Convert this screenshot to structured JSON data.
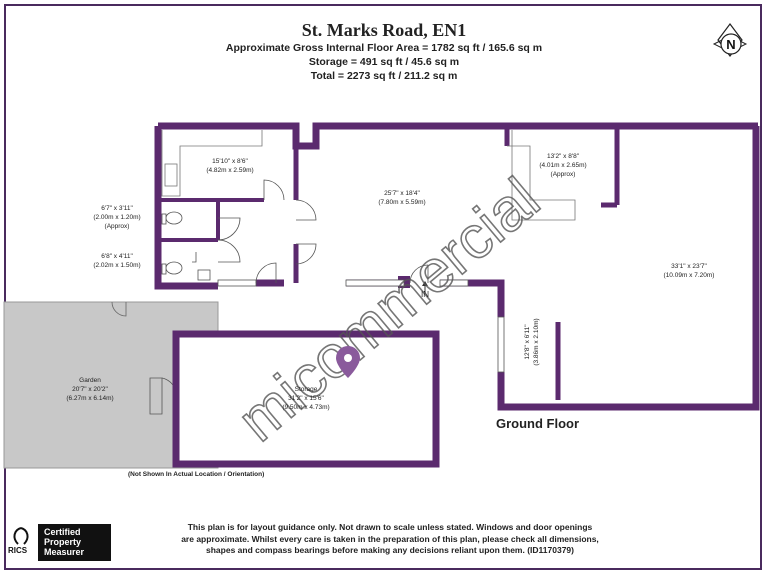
{
  "header": {
    "title": "St. Marks Road, EN1",
    "gross_area": "Approximate Gross Internal Floor Area  =  1782 sq ft / 165.6 sq m",
    "storage_area": "Storage  =  491 sq ft / 45.6 sq m",
    "total_area": "Total  =  2273 sq ft / 211.2 sq m"
  },
  "compass": {
    "letter": "N",
    "icon": "compass-north-icon"
  },
  "rooms": {
    "kitchen_dims": "15'10\" x 8'6\"",
    "kitchen_metric": "(4.82m x 2.59m)",
    "main_dims": "25'7\" x 18'4\"",
    "main_metric": "(7.80m x 5.59m)",
    "office_dims": "13'2\" x 8'8\"",
    "office_metric": "(4.01m x 2.65m)",
    "office_note": "(Approx)",
    "wc1_dims": "6'7\" x 3'11\"",
    "wc1_metric": "(2.00m x 1.20m)",
    "wc1_note": "(Approx)",
    "wc2_dims": "6'8\" x 4'11\"",
    "wc2_metric": "(2.02m x 1.50m)",
    "large_dims": "33'1\" x 23'7\"",
    "large_metric": "(10.09m x 7.20m)",
    "side_dims": "12'8\" x 6'11\"",
    "side_metric": "(3.86m x 2.10m)",
    "entrance": "IN",
    "garden_name": "Garden",
    "garden_dims": "20'7\" x 20'2\"",
    "garden_metric": "(6.27m x 6.14m)",
    "storage_name": "Storage",
    "storage_dims": "31'2\" x 15'6\"",
    "storage_metric": "(9.50m x 4.73m)"
  },
  "floor_label": "Ground Floor",
  "orientation_note": "(Not Shown In Actual Location / Orientation)",
  "watermark": "micommercial",
  "disclaimer": [
    "This plan is for layout guidance only. Not drawn to scale unless stated. Windows and door openings",
    "are approximate. Whilst every care is taken in the preparation of this plan, please check all dimensions,",
    "shapes and compass bearings before making any decisions reliant upon them. (ID1170379)"
  ],
  "badge": {
    "line1": "Certified",
    "line2": "Property",
    "line3": "Measurer",
    "rics": "RICS"
  },
  "colors": {
    "wall": "#5b2a6e",
    "garden": "#c8c8c8",
    "pin": "#8a5a9c"
  }
}
